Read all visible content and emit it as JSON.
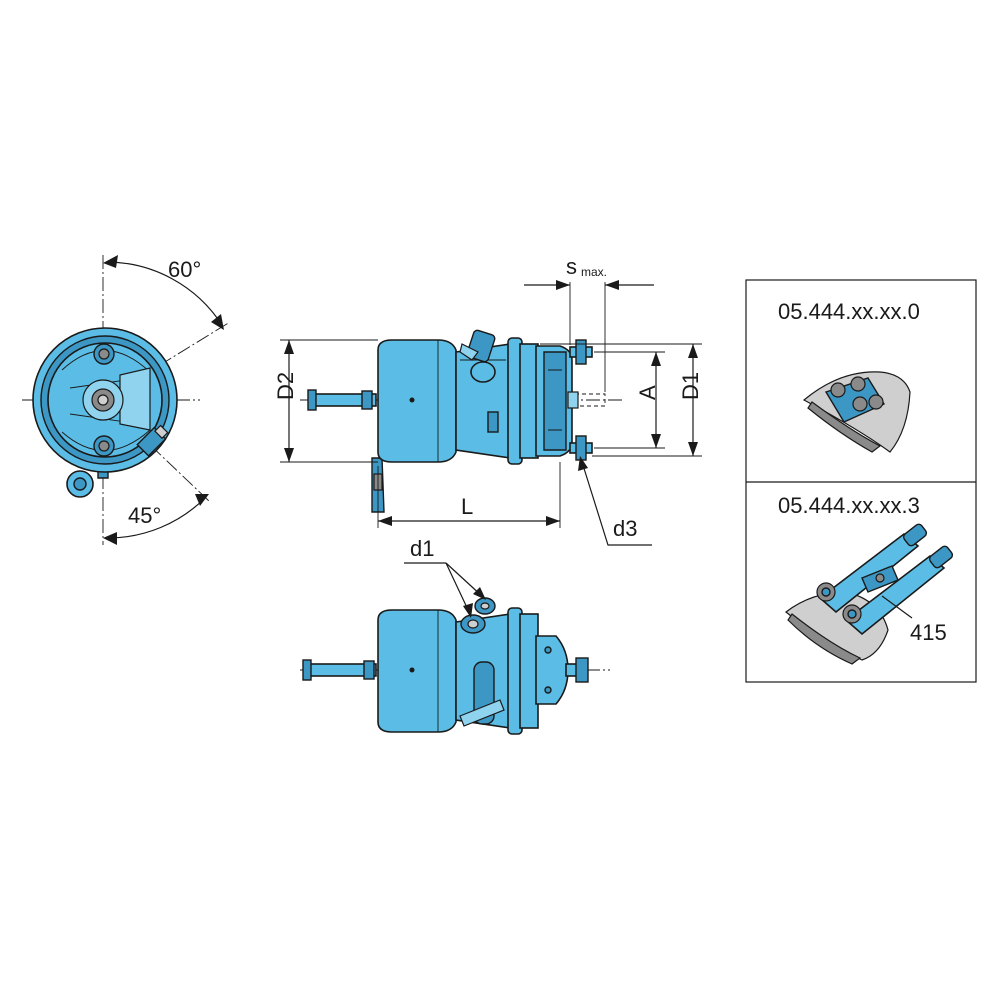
{
  "labels": {
    "angle_top": "60°",
    "angle_bottom": "45°",
    "dim_d2": "D2",
    "dim_l": "L",
    "dim_a": "A",
    "dim_d1": "D1",
    "dim_s": "s",
    "dim_s_sub": "max.",
    "dim_d3": "d3",
    "dim_d1_ports": "d1"
  },
  "variants": {
    "top": {
      "part_number": "05.444.xx.xx.0"
    },
    "bottom": {
      "part_number": "05.444.xx.xx.3",
      "callout": "415"
    }
  },
  "colors": {
    "body": "#5bbde5",
    "body_dark": "#3c97c4",
    "line": "#1a1a1a"
  }
}
